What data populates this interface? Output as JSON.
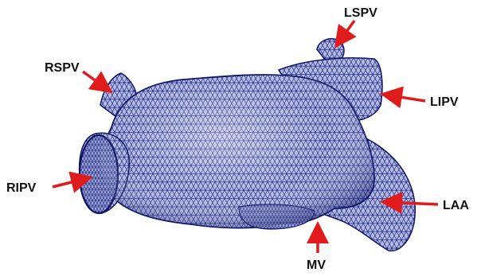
{
  "figure": {
    "labels": {
      "lspv": "LSPV",
      "rspv": "RSPV",
      "lipv": "LIPV",
      "ripv": "RIPV",
      "laa": "LAA",
      "mv": "MV"
    },
    "colors": {
      "mesh_fill": "#a8aed6",
      "mesh_line": "#1e2a8a",
      "mesh_edge": "#0d1466",
      "arrow": "#e01b1b"
    }
  }
}
